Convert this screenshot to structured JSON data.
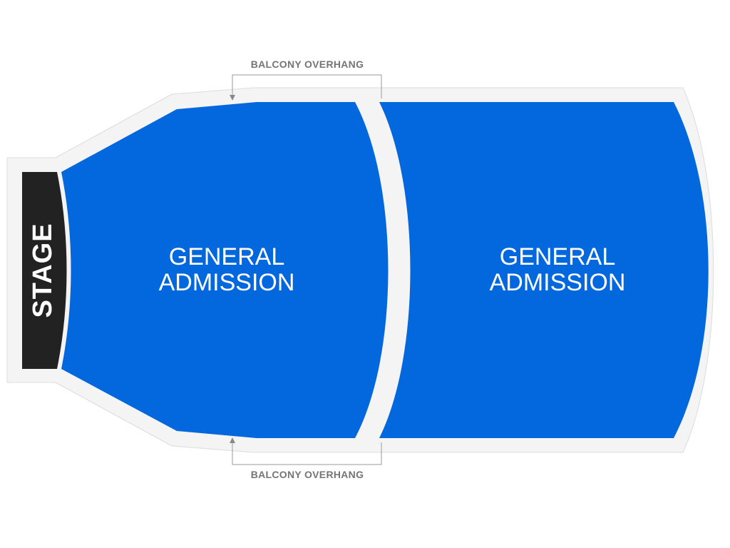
{
  "venue_map": {
    "stage": {
      "label": "STAGE"
    },
    "sections": [
      {
        "id": "ga-front",
        "lines": [
          "GENERAL",
          "ADMISSION"
        ],
        "color": "#0368DE"
      },
      {
        "id": "ga-rear",
        "lines": [
          "GENERAL",
          "ADMISSION"
        ],
        "color": "#0368DE"
      }
    ],
    "annotations": {
      "balcony_top": "BALCONY OVERHANG",
      "balcony_bottom": "BALCONY OVERHANG"
    },
    "colors": {
      "outline": "#f4f4f4",
      "outline_stroke": "#dcdcdc",
      "stage": "#222222",
      "section": "#0368DE",
      "annotation_text": "#757575"
    }
  }
}
